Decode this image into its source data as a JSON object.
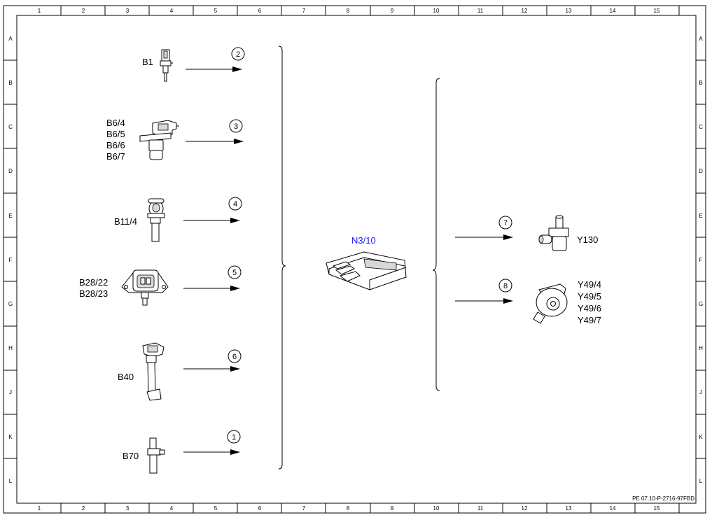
{
  "grid": {
    "columns": [
      "1",
      "2",
      "3",
      "4",
      "5",
      "6",
      "7",
      "8",
      "9",
      "10",
      "11",
      "12",
      "13",
      "14",
      "15"
    ],
    "rows": [
      "A",
      "B",
      "C",
      "D",
      "E",
      "F",
      "G",
      "H",
      "J",
      "K",
      "L"
    ]
  },
  "inputs": [
    {
      "labels": [
        "B1"
      ],
      "circle": "2"
    },
    {
      "labels": [
        "B6/4",
        "B6/5",
        "B6/6",
        "B6/7"
      ],
      "circle": "3"
    },
    {
      "labels": [
        "B11/4"
      ],
      "circle": "4"
    },
    {
      "labels": [
        "B28/22",
        "B28/23"
      ],
      "circle": "5"
    },
    {
      "labels": [
        "B40"
      ],
      "circle": "6"
    },
    {
      "labels": [
        "B70"
      ],
      "circle": "1"
    }
  ],
  "controller": {
    "label": "N3/10"
  },
  "outputs": [
    {
      "labels": [
        "Y130"
      ],
      "circle": "7"
    },
    {
      "labels": [
        "Y49/4",
        "Y49/5",
        "Y49/6",
        "Y49/7"
      ],
      "circle": "8"
    }
  ],
  "footer": {
    "code": "PE 07.10-P-2716-97FBD"
  }
}
